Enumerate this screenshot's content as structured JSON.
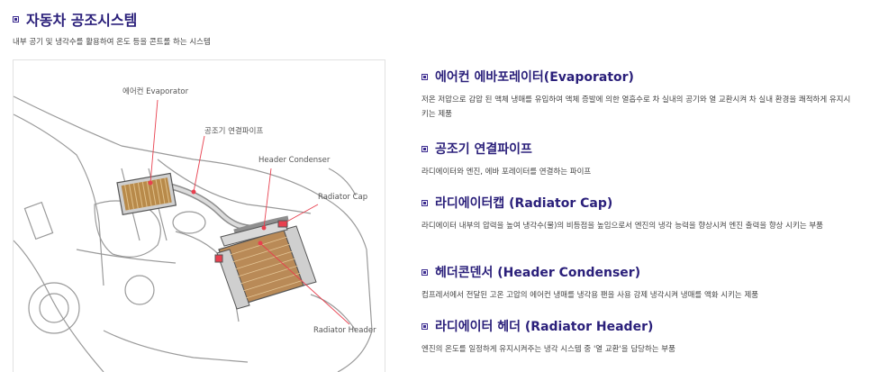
{
  "header": {
    "title": "자동차 공조시스템",
    "subtitle": "내부 공기 및 냉각수를 활용하여 온도 등을 콘트롤 하는 시스템"
  },
  "figure": {
    "labels": {
      "evaporator": "에어컨 Evaporator",
      "pipe": "공조기 연결파이프",
      "header_condenser": "Header Condenser",
      "radiator_cap": "Radiator Cap",
      "radiator_header": "Radiator Header"
    },
    "accent_color": "#e8404f"
  },
  "sections": [
    {
      "title": "에어컨 에바포레이터(Evaporator)",
      "text": "저온 저압으로 감압 된 액체 냉매를 유입하여 액체 증발에 의한 열흡수로 차 실내의 공기와 열 교환시켜 차 실내 환경을 쾌적하게 유지시키는 제품"
    },
    {
      "title": "공조기 연결파이프",
      "text": "라디에이터와 엔진, 에바 포레이터를 연결하는 파이프"
    },
    {
      "title": "라디에이터캡 (Radiator Cap)",
      "text": "라디에이터 내부의 압력을 높여 냉각수(물)의 비등점을 높임으로서 엔진의 냉각 능력을 향상시켜 엔진 출력을 향상 시키는 부품"
    },
    {
      "title": "헤더콘덴서 (Header Condenser)",
      "text": "컴프레서에서 전달된 고온 고압의 에어컨 냉매를 냉각용 팬을 사용 강제 냉각시켜 냉매를 액화 시키는 제품"
    },
    {
      "title": "라디에이터 헤더 (Radiator Header)",
      "text": "엔진의 온도를 일정하게 유지시켜주는 냉각 시스템 중 '열 교환'을 담당하는 부품"
    }
  ]
}
